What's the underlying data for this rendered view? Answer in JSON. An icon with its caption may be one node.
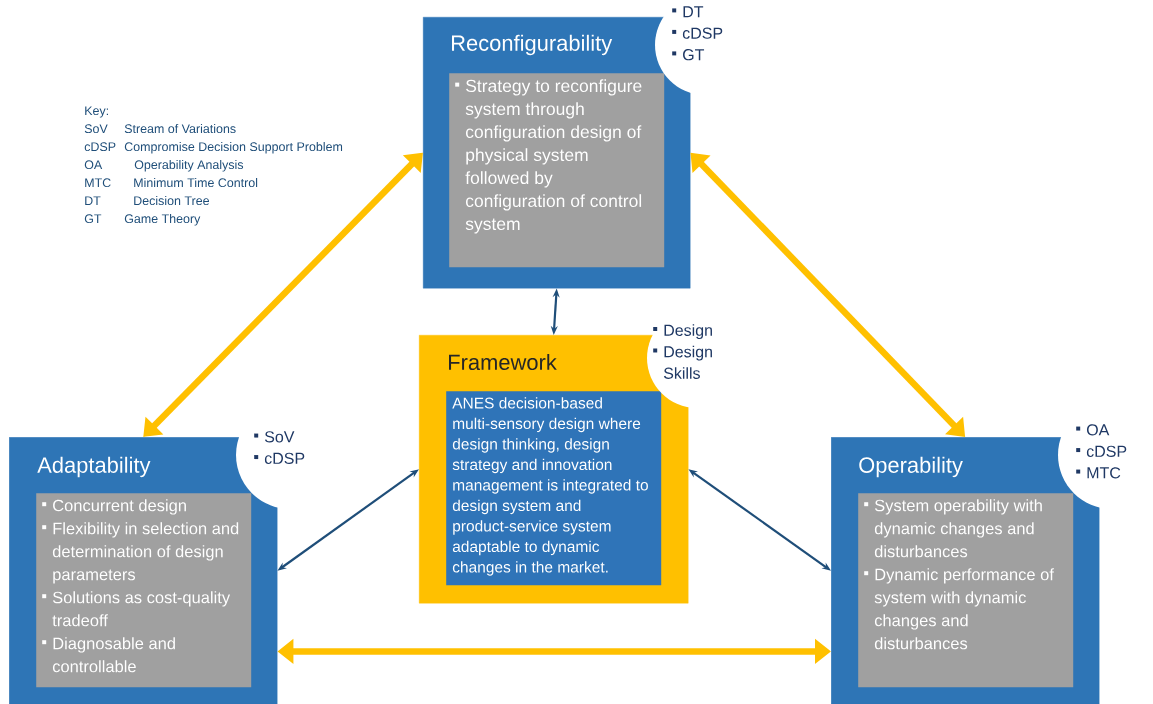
{
  "diagram": {
    "nodes": [
      {
        "text": [
          "Reconfigurability"
        ]
      },
      {
        "text": [
          "Strategy to reconfigure system through configuration design of physical system followed by configuration of control system"
        ],
        "in": 0
      },
      {
        "text": [
          "DT",
          "cDSP",
          "GT"
        ]
      },
      {
        "text": [
          "Framework"
        ]
      },
      {
        "text": [
          "ANES decision-based multi-sensory design where design thinking, design strategy and innovation management is integrated to design system and product-service system adaptable to dynamic changes in the market."
        ],
        "in": 3
      },
      {
        "text": [
          "Design",
          "Design Skills"
        ]
      },
      {
        "text": [
          "Adaptability"
        ]
      },
      {
        "text": [
          "Concurrent design",
          "Flexibility in selection and determination of design parameters",
          "Solutions as cost-quality tradeoff",
          "Diagnosable and controllable"
        ],
        "in": 6
      },
      {
        "text": [
          "SoV",
          "cDSP"
        ]
      },
      {
        "text": [
          "Operability"
        ]
      },
      {
        "text": [
          "System operability with dynamic changes and disturbances",
          "Dynamic performance of system with dynamic changes and disturbances"
        ],
        "in": 9
      },
      {
        "text": [
          "OA",
          "cDSP",
          "MTC"
        ]
      }
    ],
    "edges": [
      {
        "from": 0,
        "to": 6,
        "arrow": "both",
        "style": "thick",
        "color": "#ffc000"
      },
      {
        "from": 0,
        "to": 9,
        "arrow": "both",
        "style": "thick",
        "color": "#ffc000"
      },
      {
        "from": 6,
        "to": 9,
        "arrow": "both",
        "style": "thick",
        "color": "#ffc000"
      },
      {
        "from": 0,
        "to": 3,
        "arrow": "both",
        "color": "#1f4e79"
      },
      {
        "from": 3,
        "to": 6,
        "arrow": "both",
        "color": "#1f4e79"
      },
      {
        "from": 3,
        "to": 9,
        "arrow": "both",
        "color": "#1f4e79"
      }
    ],
    "labels": [
      "Key:",
      "SoV",
      "Stream of Variations",
      "cDSP",
      "Compromise Decision Support Problem",
      "OA",
      "Operability Analysis",
      "MTC",
      "Minimum Time Control",
      "DT",
      "Decision Tree",
      "GT",
      "Game Theory"
    ]
  }
}
